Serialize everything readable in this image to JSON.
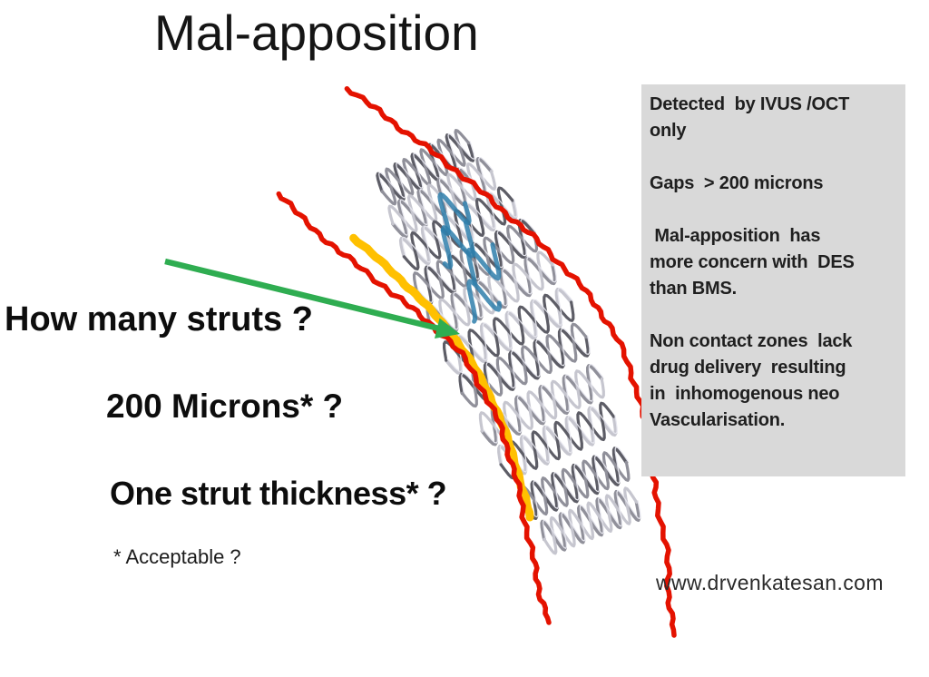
{
  "slide": {
    "title": "Mal-apposition",
    "annotations": {
      "q1": "How many struts ?",
      "q2": "200 Microns* ?",
      "q3": "One strut thickness* ?",
      "footnote": "* Acceptable ?"
    },
    "info_box": {
      "paragraphs": [
        "Detected  by IVUS /OCT\nonly",
        "Gaps  > 200 microns",
        " Mal-apposition  has\nmore concern with  DES\nthan BMS.",
        "Non contact zones  lack\ndrug delivery  resulting\nin  inhomogenous neo\nVascularisation."
      ]
    },
    "website": "www.drvenkatesan.com",
    "figure": {
      "stent": "stent-mesh",
      "left_wall": "vessel-wall-left",
      "right_wall": "vessel-wall-right",
      "gap_line": "malapposition-gap-highlight",
      "arrow": "pointer-arrow"
    },
    "colors": {
      "vessel_wall": "#e41200",
      "gap_highlight": "#ffc000",
      "arrow": "#2fad51",
      "info_box_bg": "#d9d9d9",
      "stent_accent": "#2f7fab",
      "stent_metal_dark": "#5d5d66",
      "stent_metal_mid": "#90909a",
      "stent_metal_light": "#c6c6cf",
      "stent_highlight": "#e6e6ee"
    }
  }
}
